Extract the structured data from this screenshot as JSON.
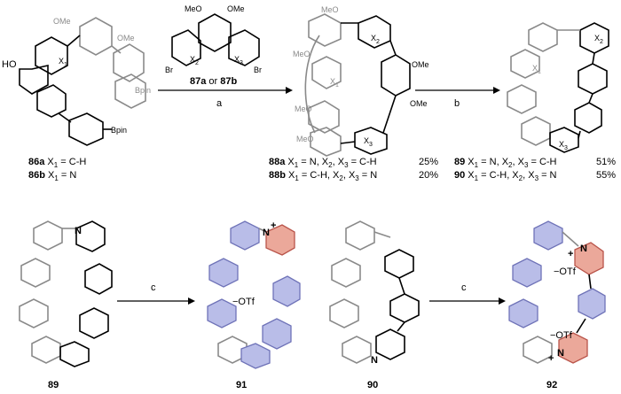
{
  "row1": {
    "start": {
      "ho": "HO",
      "ome1": "OMe",
      "ome2": "OMe",
      "x1": "X",
      "x1_sub": "1",
      "bpin1": "Bpin",
      "bpin2": "Bpin",
      "label_a_num": "86a",
      "label_a_text": " X",
      "label_a_sub": "1",
      "label_a_val": " = C-H",
      "label_b_num": "86b",
      "label_b_text": " X",
      "label_b_sub": "1",
      "label_b_val": " = N"
    },
    "reagent": {
      "meo": "MeO",
      "ome": "OMe",
      "br1": "Br",
      "br2": "Br",
      "x2": "X",
      "x2_sub": "2",
      "x3": "X",
      "x3_sub": "3",
      "label_87a": "87a",
      "or": " or ",
      "label_87b": "87b",
      "step": "a"
    },
    "product88": {
      "meo1": "MeO",
      "meo2": "MeO",
      "meo3": "MeO",
      "meo4": "MeO",
      "ome1": "OMe",
      "ome2": "OMe",
      "x1": "X",
      "x1_sub": "1",
      "x2": "X",
      "x2_sub": "2",
      "x3": "X",
      "x3_sub": "3",
      "line_a": "88a X₁ = N, X₂, X₃ = C-H   25%",
      "line_a_num": "88a",
      "line_a_text": " X",
      "line_a_s1": "1",
      "line_a_mid": " = N, X",
      "line_a_s2": "2",
      "line_a_mid2": ", X",
      "line_a_s3": "3",
      "line_a_end": " = C-H",
      "yield_a": "25%",
      "line_b_num": "88b",
      "line_b_text": " X",
      "line_b_s1": "1",
      "line_b_mid": " = C-H, X",
      "line_b_s2": "2",
      "line_b_mid2": ", X",
      "line_b_s3": "3",
      "line_b_end": " = N",
      "yield_b": "20%"
    },
    "step_b": "b",
    "product89": {
      "x1": "X",
      "x1_sub": "1",
      "x2": "X",
      "x2_sub": "2",
      "x3": "X",
      "x3_sub": "3",
      "line_a_num": "89",
      "line_a_text": " X",
      "line_a_s1": "1",
      "line_a_mid": " = N, X",
      "line_a_s2": "2",
      "line_a_mid2": ", X",
      "line_a_s3": "3",
      "line_a_end": " = C-H",
      "yield_a": "51%",
      "line_b_num": "90",
      "line_b_text": " X",
      "line_b_s1": "1",
      "line_b_mid": " = C-H, X",
      "line_b_s2": "2",
      "line_b_mid2": ", X",
      "line_b_s3": "3",
      "line_b_end": " = N",
      "yield_b": "55%"
    }
  },
  "row2": {
    "c89": {
      "n": "N",
      "label": "89"
    },
    "step_c1": "c",
    "c91": {
      "n": "N",
      "plus": "+",
      "otf": "−OTf",
      "label": "91"
    },
    "c90": {
      "n": "N",
      "label": "90"
    },
    "step_c2": "c",
    "c92": {
      "n1": "N",
      "plus1": "+",
      "otf1": "−OTf",
      "n2": "N",
      "plus2": "+",
      "otf2": "−OTf",
      "label": "92"
    }
  },
  "colors": {
    "gray": "#8a8a8a",
    "blue": "#b9bde8",
    "pink": "#eba89a",
    "black": "#000000"
  }
}
